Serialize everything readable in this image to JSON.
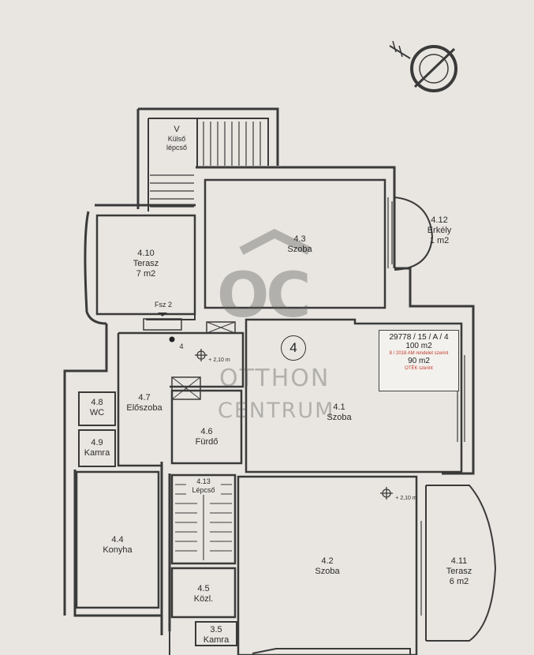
{
  "rooms": {
    "r_v": {
      "num": "V",
      "name": "Külső",
      "extra": "lépcső"
    },
    "r410": {
      "num": "4.10",
      "name": "Terasz",
      "area": "7 m2"
    },
    "r43": {
      "num": "4.3",
      "name": "Szoba"
    },
    "r412": {
      "num": "4.12",
      "name": "Erkély",
      "area": "1 m2"
    },
    "r47": {
      "num": "4.7",
      "name": "Előszoba"
    },
    "r48": {
      "num": "4.8",
      "name": "WC"
    },
    "r49": {
      "num": "4.9",
      "name": "Kamra"
    },
    "r46": {
      "num": "4.6",
      "name": "Fürdő"
    },
    "r41": {
      "num": "4.1",
      "name": "Szoba"
    },
    "r413": {
      "num": "4.13",
      "name": "Lépcső"
    },
    "r44": {
      "num": "4.4",
      "name": "Konyha"
    },
    "r42": {
      "num": "4.2",
      "name": "Szoba"
    },
    "r411": {
      "num": "4.11",
      "name": "Terasz",
      "area": "6 m2"
    },
    "r45": {
      "num": "4.5",
      "name": "Közl."
    },
    "r35": {
      "num": "3.5",
      "name": "Kamra"
    }
  },
  "labels": {
    "fsz": "Fsz 2",
    "door4": "4",
    "height1": "+ 2,10 m",
    "height2": "+ 2,10 m",
    "unit": "4"
  },
  "info": {
    "ref": "29778 / 15 / A / 4",
    "area": "100 m2",
    "note": "8 / 2018 AM rendelet szerint",
    "area2": "90 m2",
    "note2": "OTÉK szerint"
  },
  "watermark": {
    "logo": "OC",
    "line1": "OTTHON",
    "line2": "CENTRUM"
  }
}
